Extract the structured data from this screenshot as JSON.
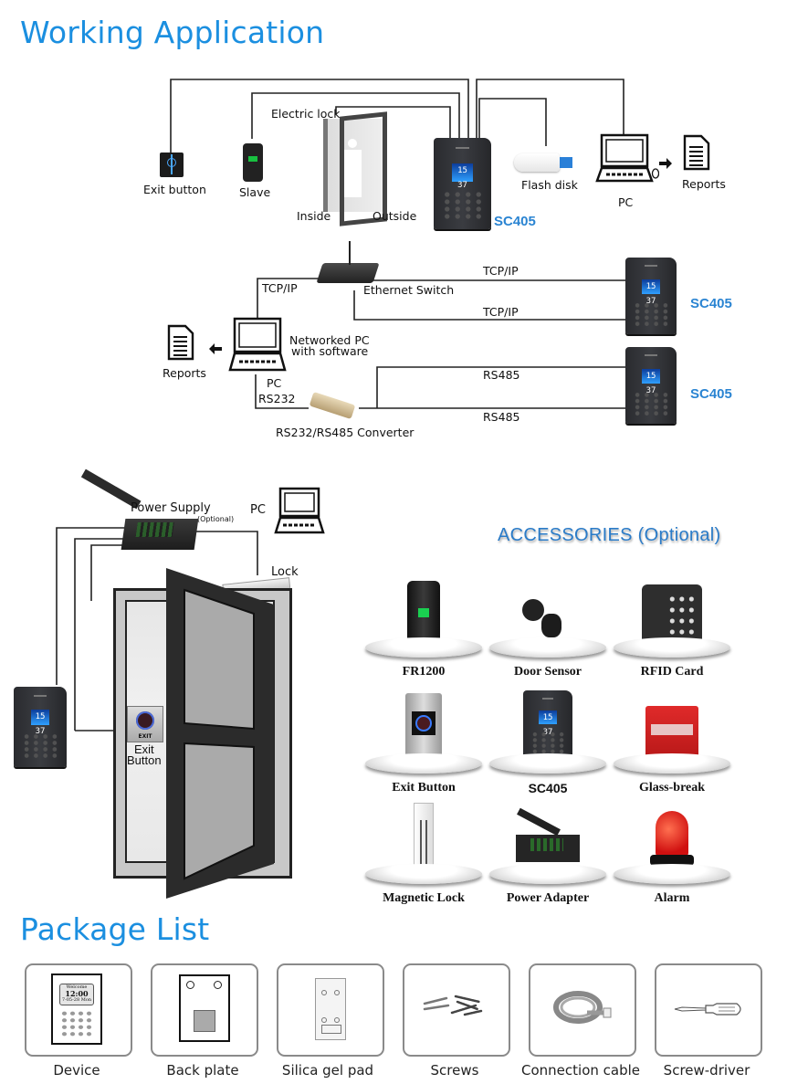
{
  "sections": {
    "working_application": "Working Application",
    "accessories": "ACCESSORIES (Optional)",
    "package_list": "Package List"
  },
  "diagram_top": {
    "exit_button": "Exit button",
    "slave": "Slave",
    "electric_lock": "Electric lock",
    "inside": "Inside",
    "outside": "Outside",
    "device_model": "SC405",
    "flash_disk": "Flash disk",
    "pc": "PC",
    "reports": "Reports",
    "device_screen": "15 37"
  },
  "diagram_network": {
    "tcpip_left": "TCP/IP",
    "ethernet_switch": "Ethernet Switch",
    "tcpip_top": "TCP/IP",
    "tcpip_bottom": "TCP/IP",
    "networked_pc": "Networked PC",
    "with_software": "with software",
    "reports": "Reports",
    "pc": "PC",
    "rs232": "RS232",
    "converter": "RS232/RS485 Converter",
    "rs485_top": "RS485",
    "rs485_bottom": "RS485",
    "device_model_1": "SC405",
    "device_model_2": "SC405"
  },
  "diagram_door": {
    "power_supply": "Power Supply",
    "optional": "(Optional)",
    "pc": "PC",
    "lock": "Lock",
    "exit": "Exit",
    "button": "Button",
    "exit_plate_text": "EXIT"
  },
  "accessories": [
    {
      "name": "FR1200"
    },
    {
      "name": "Door Sensor"
    },
    {
      "name": "RFID Card"
    },
    {
      "name": "Exit Button"
    },
    {
      "name": "SC405"
    },
    {
      "name": "Glass-break"
    },
    {
      "name": "Magnetic Lock"
    },
    {
      "name": "Power Adapter"
    },
    {
      "name": "Alarm"
    }
  ],
  "package_list": [
    {
      "name": "Device",
      "screen_line1": "Welcome",
      "screen_line2": "12:00",
      "screen_line3": "7-05-28  Mon"
    },
    {
      "name": "Back plate"
    },
    {
      "name": "Silica gel pad"
    },
    {
      "name": "Screws"
    },
    {
      "name": "Connection cable"
    },
    {
      "name": "Screw-driver"
    }
  ],
  "colors": {
    "title_blue": "#1b8fe0",
    "model_blue": "#2a84d2",
    "accessories_blue": "#2a7bc8"
  }
}
